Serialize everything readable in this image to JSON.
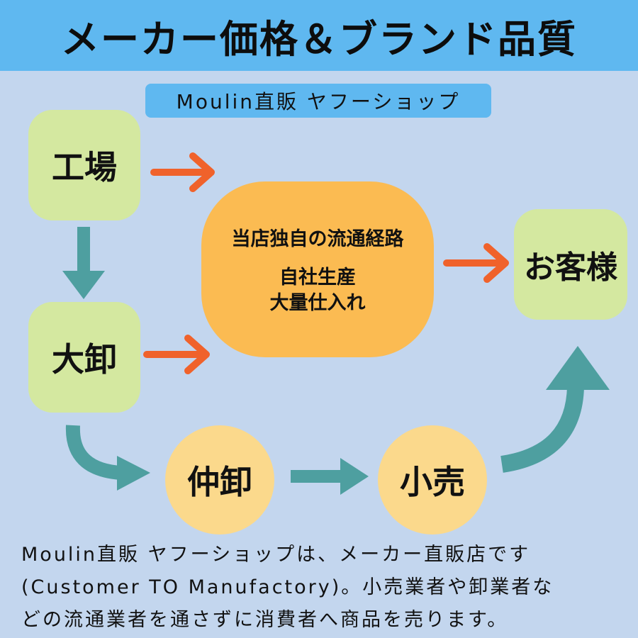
{
  "header": {
    "title": "メーカー価格＆ブランド品質"
  },
  "shop_label": "Moulin直販 ヤフーショップ",
  "nodes": {
    "factory": "工場",
    "wholesaler": "大卸",
    "middle_wholesaler": "仲卸",
    "retail": "小売",
    "customer": "お客様"
  },
  "center": {
    "title": "当店独自の流通経路",
    "line1": "自社生産",
    "line2": "大量仕入れ"
  },
  "colors": {
    "header_bg": "#5fb8f0",
    "background": "#c3d6ee",
    "node_green": "#d4e8a0",
    "node_orange": "#fbbb52",
    "node_light_orange": "#fbd98c",
    "arrow_orange": "#f0622b",
    "arrow_teal": "#4e9fa0"
  },
  "description": {
    "line1": "Moulin直販 ヤフーショップは、メーカー直販店です",
    "line2": "(Customer TO Manufactory)。小売業者や卸業者な",
    "line3": "どの流通業者を通さずに消費者へ商品を売ります。"
  }
}
